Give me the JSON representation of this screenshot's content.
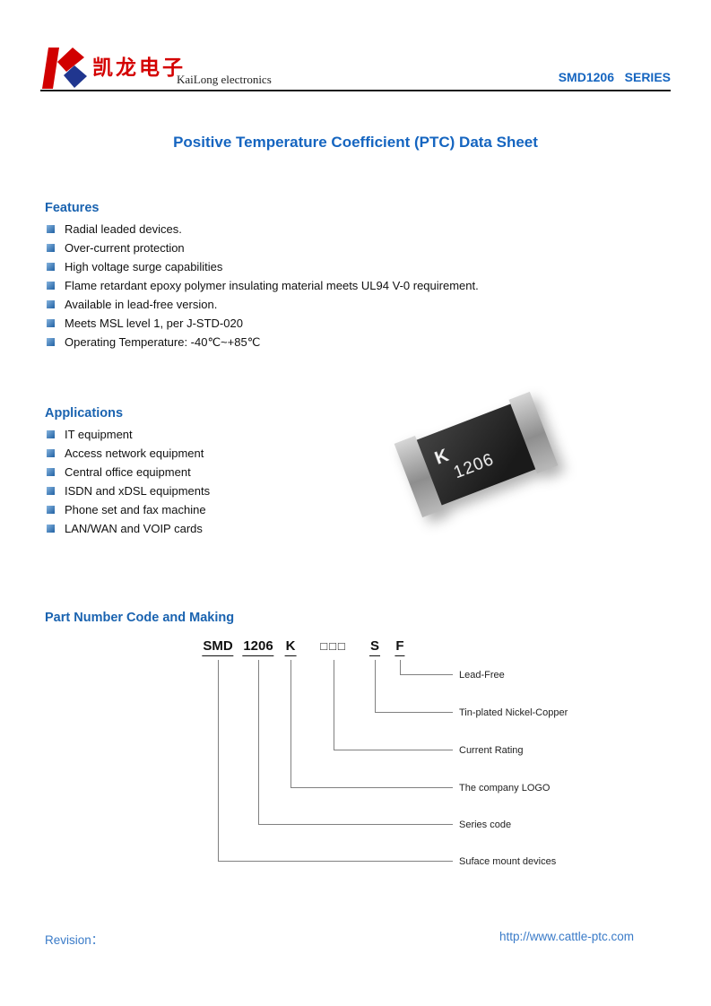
{
  "colors": {
    "accent_blue": "#1565C0",
    "brand_red": "#D40000",
    "logo_blue": "#20368F"
  },
  "header": {
    "logo_chinese": "凯龙电子",
    "logo_subtext": "KaiLong electronics",
    "series": "SMD1206   SERIES"
  },
  "title": "Positive Temperature Coefficient (PTC) Data Sheet",
  "features": {
    "heading": "Features",
    "items": [
      "Radial leaded devices.",
      "Over-current protection",
      "High voltage surge capabilities",
      "Flame retardant epoxy polymer insulating material meets UL94 V-0 requirement.",
      "Available in lead-free version.",
      "Meets MSL level 1, per J-STD-020",
      "Operating Temperature: -40℃~+85℃"
    ]
  },
  "applications": {
    "heading": "Applications",
    "items": [
      "IT equipment",
      "Access network equipment",
      "Central office equipment",
      "ISDN and xDSL equipments",
      "Phone set and fax machine",
      "LAN/WAN and VOIP cards"
    ]
  },
  "component_image": {
    "marking_line1": "K",
    "marking_line2": "1206"
  },
  "part_number": {
    "heading": "Part Number Code and Making",
    "code_segments": [
      "SMD",
      "1206",
      "K",
      "□□□",
      "S",
      "F"
    ],
    "callouts": [
      "Lead-Free",
      "Tin-plated Nickel-Copper",
      "Current Rating",
      "The company LOGO",
      "Series code",
      "Suface mount devices"
    ]
  },
  "footer": {
    "revision_label": "Revision：",
    "url": "http://www.cattle-ptc.com"
  }
}
